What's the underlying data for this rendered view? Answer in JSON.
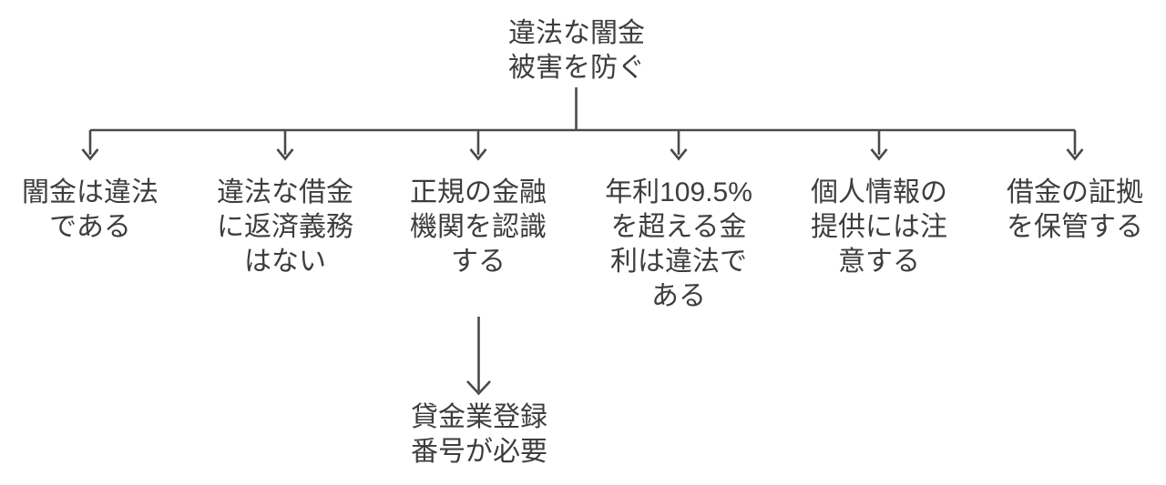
{
  "diagram": {
    "type": "tree",
    "orientation": "top-down",
    "title": "違法な闇金被害を防ぐ",
    "colors": {
      "background": "#ffffff",
      "text": "#3d3d3d",
      "connector": "#4a4a4a"
    },
    "root": {
      "id": "root",
      "label": "違法な闇金\n被害を防ぐ"
    },
    "children": [
      {
        "id": "child-1",
        "label": "闇金は違法\nである"
      },
      {
        "id": "child-2",
        "label": "違法な借金\nに返済義務\nはない"
      },
      {
        "id": "child-3",
        "label": "正規の金融\n機関を認識\nする"
      },
      {
        "id": "child-4",
        "label": "年利109.5%\nを超える金\n利は違法で\nある"
      },
      {
        "id": "child-5",
        "label": "個人情報の\n提供には注\n意する"
      },
      {
        "id": "child-6",
        "label": "借金の証拠\nを保管する"
      }
    ],
    "grandchildren": [
      {
        "id": "leaf-1",
        "parent": "child-3",
        "label": "貸金業登録\n番号が必要"
      }
    ]
  }
}
